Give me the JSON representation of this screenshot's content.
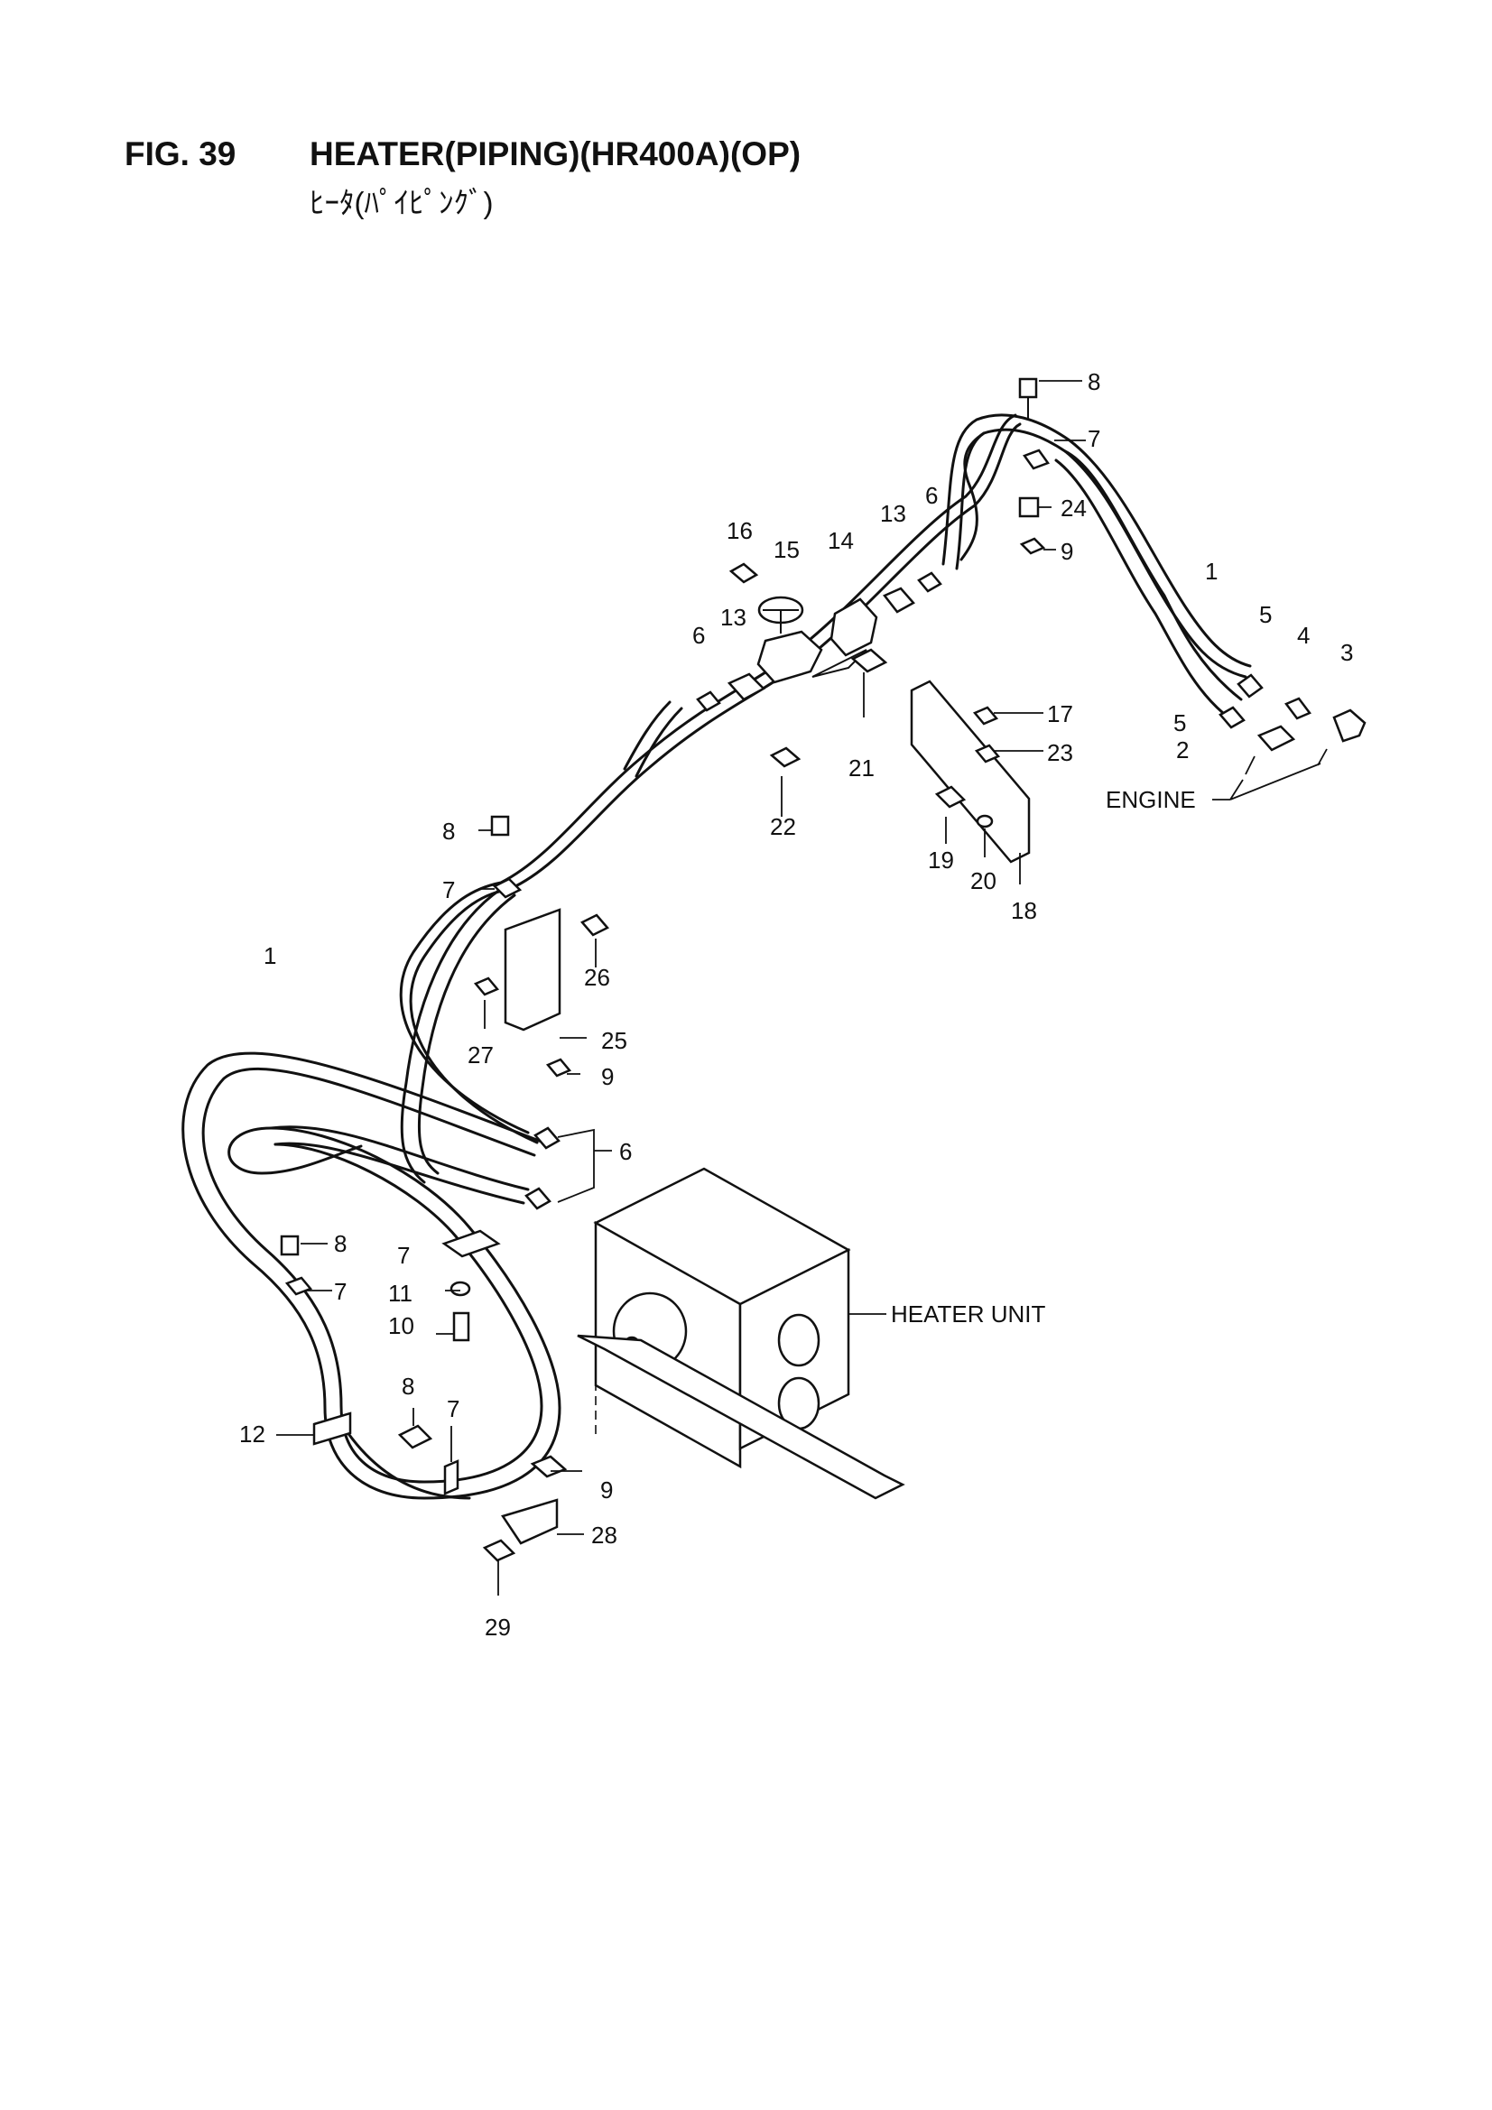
{
  "figure": {
    "number": "FIG. 39",
    "title": "HEATER(PIPING)(HR400A)(OP)",
    "title_jp": "ﾋｰﾀ(ﾊﾟｲﾋﾟﾝｸﾞ)"
  },
  "labels": {
    "engine": "ENGINE",
    "heater_unit": "HEATER UNIT"
  },
  "callouts": {
    "c8a": "8",
    "c7a": "7",
    "c24": "24",
    "c9a": "9",
    "c6a": "6",
    "c13a": "13",
    "c14": "14",
    "c15": "15",
    "c16": "16",
    "c6b": "6",
    "c13b": "13",
    "c1a": "1",
    "c5a": "5",
    "c4": "4",
    "c3": "3",
    "c5b": "5",
    "c2": "2",
    "c17": "17",
    "c23": "23",
    "c21": "21",
    "c22": "22",
    "c19": "19",
    "c20": "20",
    "c18": "18",
    "c8b": "8",
    "c7b": "7",
    "c26": "26",
    "c1b": "1",
    "c27": "27",
    "c25": "25",
    "c9b": "9",
    "c6c": "6",
    "c8c": "8",
    "c7c": "7",
    "c7d": "7",
    "c11": "11",
    "c10": "10",
    "c8d": "8",
    "c7e": "7",
    "c12": "12",
    "c9c": "9",
    "c28": "28",
    "c29": "29"
  }
}
